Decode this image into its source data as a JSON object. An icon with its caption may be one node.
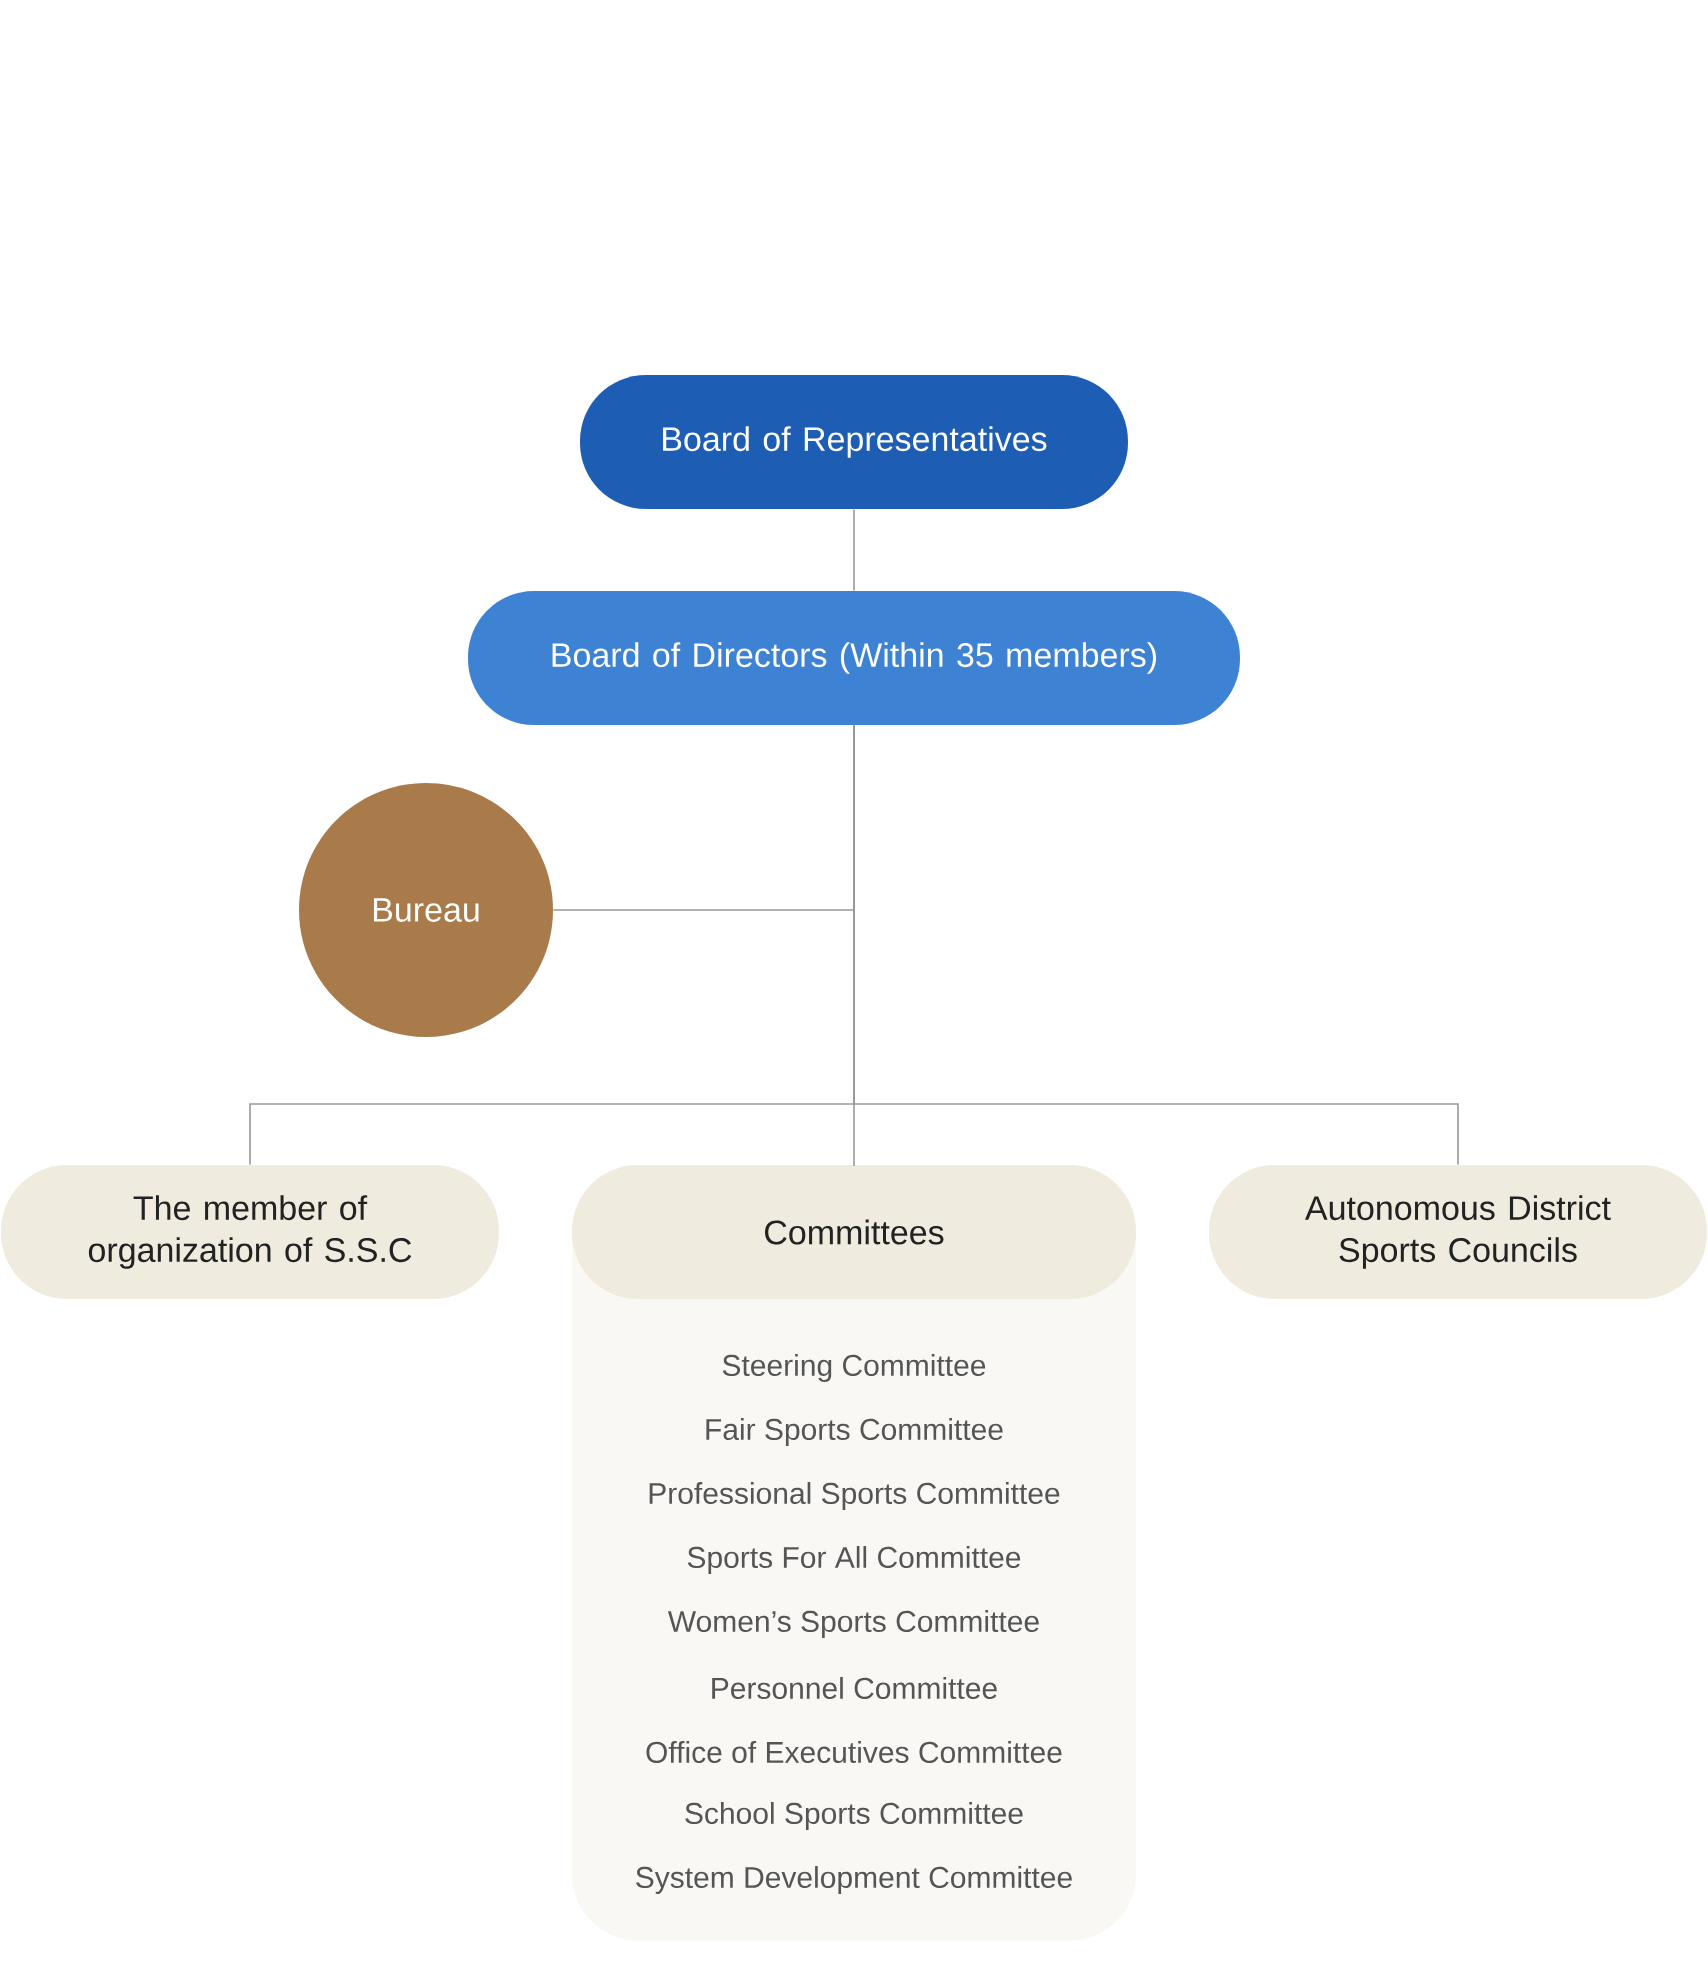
{
  "diagram": {
    "nodes": [
      {
        "text": [
          "Board of Representatives"
        ]
      },
      {
        "text": [
          "Board of Directors (Within 35 members)"
        ]
      },
      {
        "text": [
          "Bureau"
        ]
      },
      {
        "text": [
          "The member of organization of S.S.C"
        ]
      },
      {
        "text": [
          "Committees",
          "Steering Committee",
          "Fair Sports Committee",
          "Professional Sports Committee",
          "Sports For All Committee",
          "Women’s Sports Committee",
          "Personnel Committee",
          "Office of Executives Committee",
          "School Sports Committee",
          "System Development Committee"
        ]
      },
      {
        "text": [
          "Autonomous District Sports Councils"
        ]
      }
    ],
    "edges": [
      {
        "from": 0,
        "to": 1,
        "arrow": "none"
      },
      {
        "from": 1,
        "to": 2,
        "arrow": "none"
      },
      {
        "from": 1,
        "to": 3,
        "arrow": "none"
      },
      {
        "from": 1,
        "to": 4,
        "arrow": "none"
      },
      {
        "from": 1,
        "to": 5,
        "arrow": "none"
      }
    ]
  }
}
